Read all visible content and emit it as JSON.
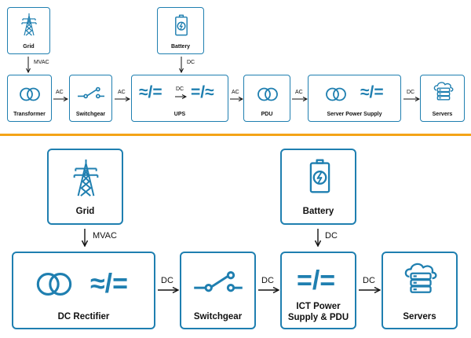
{
  "top": {
    "sources": [
      {
        "id": "grid",
        "label": "Grid",
        "icon": "power-tower-icon",
        "link_label": "MVAC"
      },
      {
        "id": "battery",
        "label": "Battery",
        "icon": "battery-charging-icon",
        "link_label": "DC"
      }
    ],
    "chain": [
      {
        "id": "transformer",
        "label": "Transformer",
        "icon": "transformer-icon"
      },
      {
        "id": "switchgear",
        "label": "Switchgear",
        "icon": "switch-icon"
      },
      {
        "id": "ups",
        "label": "UPS",
        "symbols": [
          "≈/=",
          "=/≈"
        ],
        "inner_label": "DC"
      },
      {
        "id": "pdu",
        "label": "PDU",
        "icon": "transformer-icon"
      },
      {
        "id": "psu",
        "label": "Server Power Supply",
        "icon": "transformer-icon",
        "symbol": "≈/="
      },
      {
        "id": "servers",
        "label": "Servers",
        "icon": "cloud-server-icon"
      }
    ],
    "links": [
      "AC",
      "AC",
      "AC",
      "AC",
      "DC"
    ]
  },
  "bottom": {
    "sources": [
      {
        "id": "grid",
        "label": "Grid",
        "icon": "power-tower-icon",
        "link_label": "MVAC"
      },
      {
        "id": "battery",
        "label": "Battery",
        "icon": "battery-charging-icon",
        "link_label": "DC"
      }
    ],
    "chain": [
      {
        "id": "dc-rectifier",
        "label": "DC Rectifier",
        "icon": "transformer-icon",
        "symbol": "≈/="
      },
      {
        "id": "switchgear",
        "label": "Switchgear",
        "icon": "switch-icon"
      },
      {
        "id": "ict",
        "label_line1": "ICT Power",
        "label_line2": "Supply & PDU",
        "symbol": "=/="
      },
      {
        "id": "servers",
        "label": "Servers",
        "icon": "cloud-server-icon"
      }
    ],
    "links": [
      "DC",
      "DC",
      "DC"
    ]
  },
  "colors": {
    "accent": "#1f7fb0",
    "divider": "#f4a418"
  }
}
